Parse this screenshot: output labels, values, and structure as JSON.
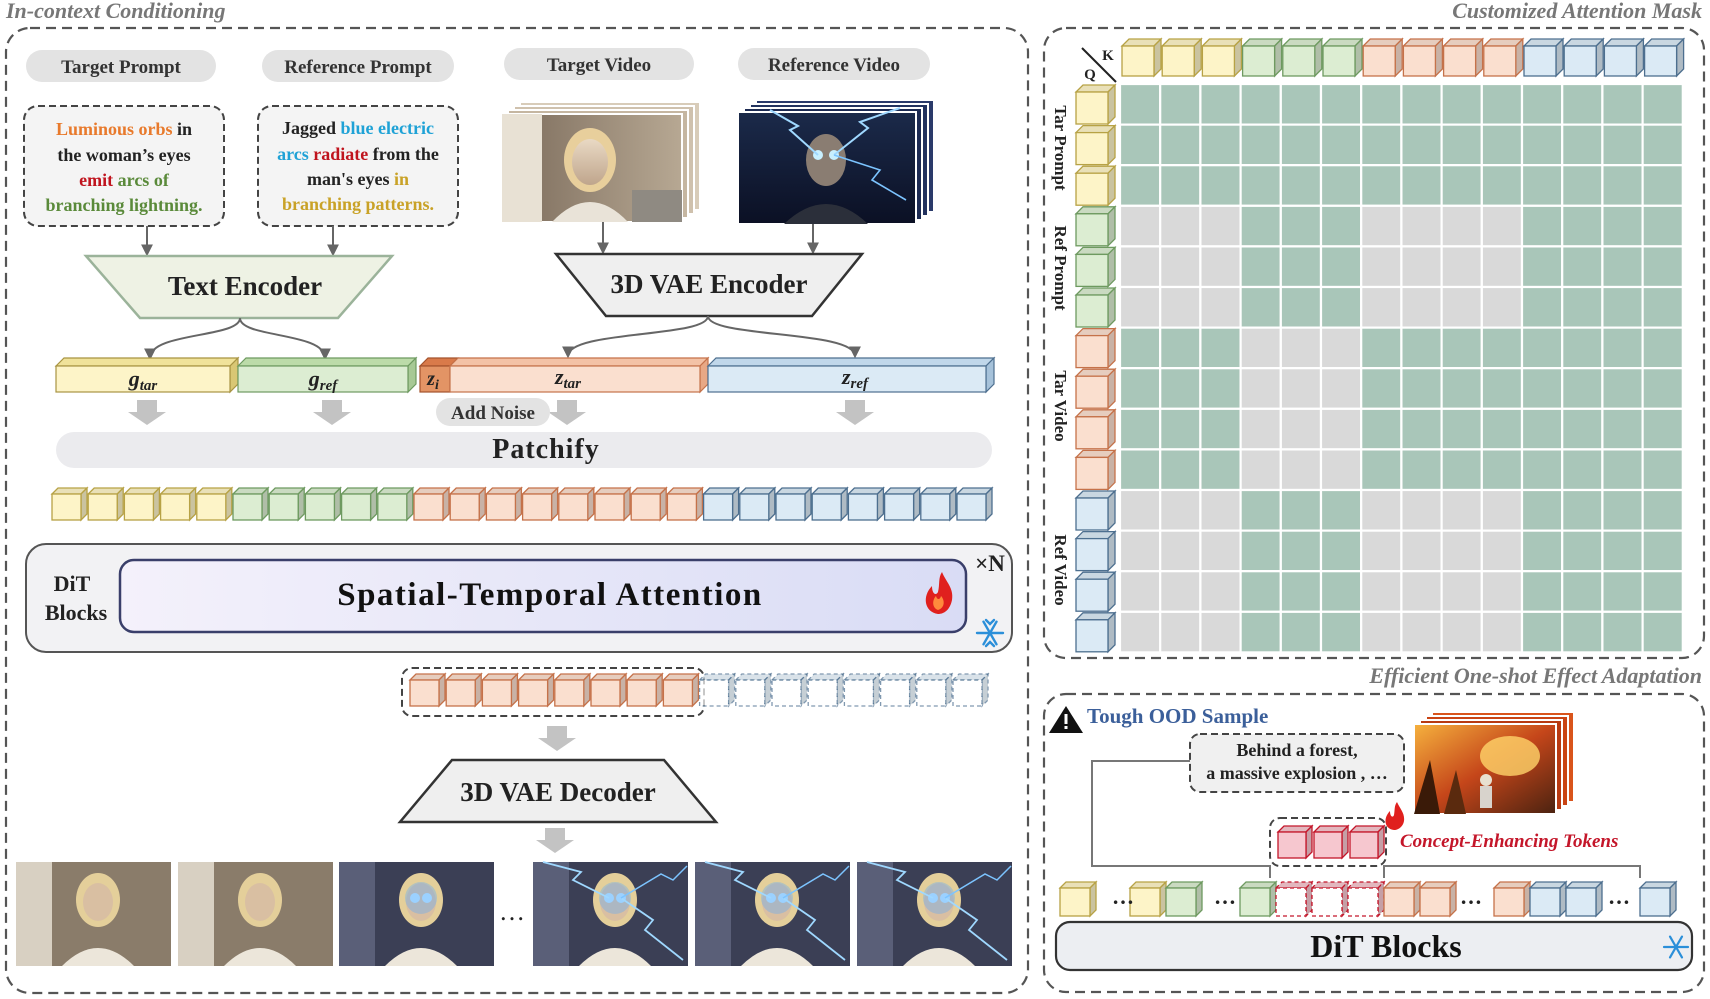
{
  "colors": {
    "yellow": "#fdf4c8",
    "yellow_edge": "#b7a245",
    "green": "#dcedd2",
    "green_edge": "#6e9a60",
    "orange": "#fadfcf",
    "orange_edge": "#c5724a",
    "blue": "#dbeaf5",
    "blue_edge": "#4d6f8f",
    "mask_on": "#a9c6b9",
    "mask_off": "#d9d9d9",
    "red_text": "#c0141e",
    "orange_text": "#e87a2c",
    "green_text": "#5a8a3a",
    "blue_text": "#1fa2d6",
    "gold_text": "#c9a227",
    "concept": "#c4162a",
    "ood_blue": "#3b5f9a"
  },
  "left": {
    "section_title": "In-context Conditioning",
    "pills": {
      "target_prompt": "Target Prompt",
      "reference_prompt": "Reference Prompt",
      "target_video": "Target Video",
      "reference_video": "Reference Video"
    },
    "target_prompt_text": {
      "l1a": "Luminous orbs",
      "l1b": " in",
      "l2": "the woman’s eyes",
      "l3a": "emit",
      "l3b": " arcs of",
      "l4": "branching lightning."
    },
    "reference_prompt_text": {
      "l1a": "Jagged ",
      "l1b": "blue electric",
      "l2a": "arcs",
      "l2b": " radiate",
      "l2c": " from the",
      "l3a": "man's eyes ",
      "l3b": "in",
      "l4": "branching patterns."
    },
    "text_encoder": "Text Encoder",
    "vae_encoder": "3D VAE Encoder",
    "tokens": {
      "g": "g",
      "tar": "tar",
      "ref": "ref",
      "z": "z",
      "i": "i"
    },
    "add_noise": "Add Noise",
    "patchify": "Patchify",
    "dit_label_1": "DiT",
    "dit_label_2": "Blocks",
    "attention": "Spatial-Temporal Attention",
    "times_n": "×N",
    "vae_decoder": "3D VAE Decoder",
    "ellipsis": "…"
  },
  "right": {
    "mask_title": "Customized Attention Mask",
    "k_label": "K",
    "q_label": "Q",
    "row_labels": [
      "Tar Prompt",
      "Ref Prompt",
      "Tar Video",
      "Ref Video"
    ],
    "adapt_title": "Efficient One-shot Effect Adaptation",
    "ood_label": "Tough OOD Sample",
    "ood_prompt_1": "Behind a forest,",
    "ood_prompt_2": "a massive explosion , …",
    "concept_tokens": "Concept-Enhancing Tokens",
    "dit_blocks": "DiT Blocks",
    "dots": "…"
  },
  "attention_mask": {
    "groups": [
      "tar_prompt",
      "ref_prompt",
      "tar_video",
      "ref_video"
    ],
    "group_sizes": [
      3,
      3,
      4,
      4
    ],
    "allowed": [
      [
        1,
        1,
        1,
        1
      ],
      [
        0,
        1,
        0,
        1
      ],
      [
        1,
        0,
        1,
        1
      ],
      [
        0,
        1,
        0,
        1
      ]
    ]
  }
}
